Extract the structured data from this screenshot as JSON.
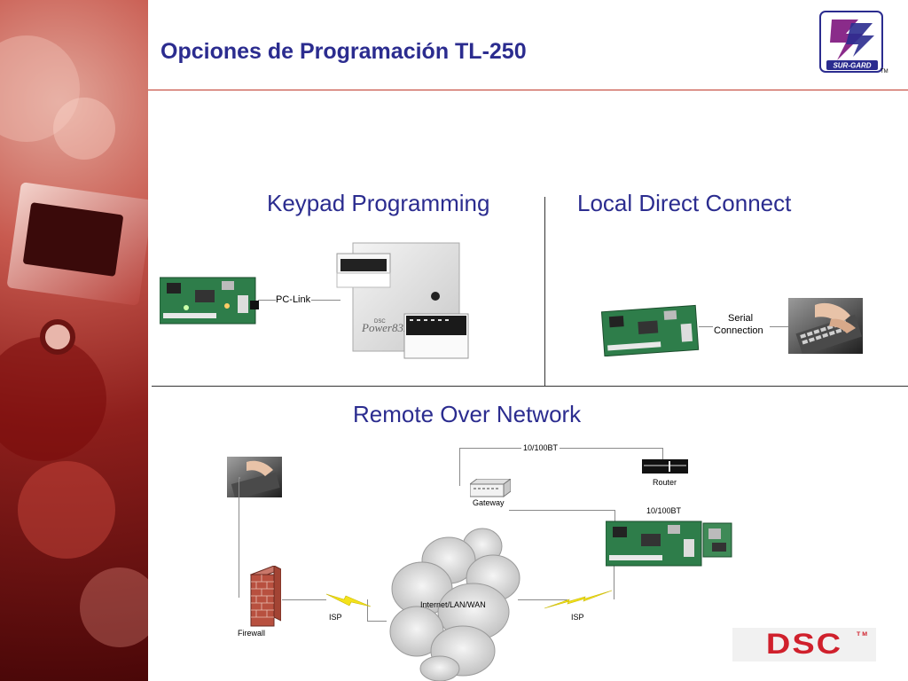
{
  "title": "Opciones de Programación TL-250",
  "sections": {
    "keypad": "Keypad Programming",
    "local": "Local Direct Connect",
    "remote": "Remote Over Network"
  },
  "labels": {
    "pc_link": "PC-Link",
    "serial_line1": "Serial",
    "serial_line2": "Connection",
    "bt_top": "10/100BT",
    "router": "Router",
    "gateway": "Gateway",
    "bt_mid": "10/100BT",
    "internet": "Internet/LAN/WAN",
    "isp_left": "ISP",
    "isp_right": "ISP",
    "firewall": "Firewall"
  },
  "panel_text": {
    "brand_small": "DSC",
    "brand_script": "Power832"
  },
  "logos": {
    "surgard": "SUR-GARD",
    "dsc": "DSC",
    "tm": "TM"
  },
  "colors": {
    "title": "#2b2c8f",
    "rule": "#c0392b",
    "dsc_red": "#d0202c",
    "board_green": "#2e7d4a"
  }
}
